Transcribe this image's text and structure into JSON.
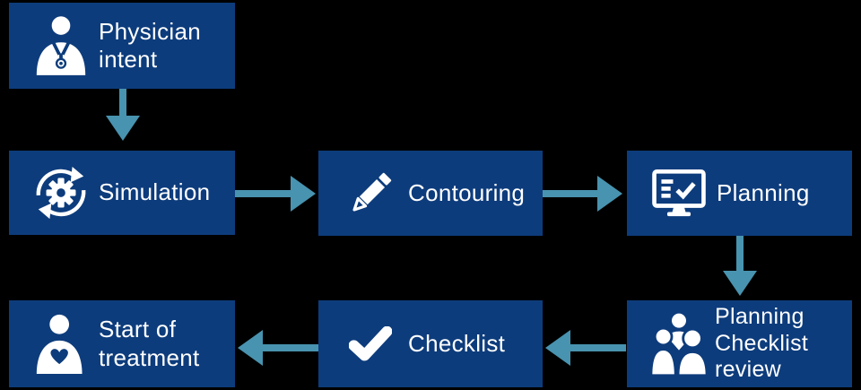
{
  "colors": {
    "box": "#0d3c7c",
    "arrow": "#4893af",
    "text": "#ffffff",
    "bg": "#000000"
  },
  "nodes": [
    {
      "id": "physician-intent",
      "label": "Physician\nintent",
      "icon": "physician-icon"
    },
    {
      "id": "simulation",
      "label": "Simulation",
      "icon": "gear-sync-icon"
    },
    {
      "id": "contouring",
      "label": "Contouring",
      "icon": "pencil-icon"
    },
    {
      "id": "planning",
      "label": "Planning",
      "icon": "monitor-checklist-icon"
    },
    {
      "id": "planning-checklist-review",
      "label": "Planning\nChecklist\nreview",
      "icon": "people-group-icon"
    },
    {
      "id": "checklist",
      "label": "Checklist",
      "icon": "checkmark-icon"
    },
    {
      "id": "start-of-treatment",
      "label": "Start of\ntreatment",
      "icon": "person-heart-icon"
    }
  ],
  "arrows": [
    {
      "from": "physician-intent",
      "to": "simulation",
      "direction": "down"
    },
    {
      "from": "simulation",
      "to": "contouring",
      "direction": "right"
    },
    {
      "from": "contouring",
      "to": "planning",
      "direction": "right"
    },
    {
      "from": "planning",
      "to": "planning-checklist-review",
      "direction": "down"
    },
    {
      "from": "planning-checklist-review",
      "to": "checklist",
      "direction": "left"
    },
    {
      "from": "checklist",
      "to": "start-of-treatment",
      "direction": "left"
    }
  ]
}
